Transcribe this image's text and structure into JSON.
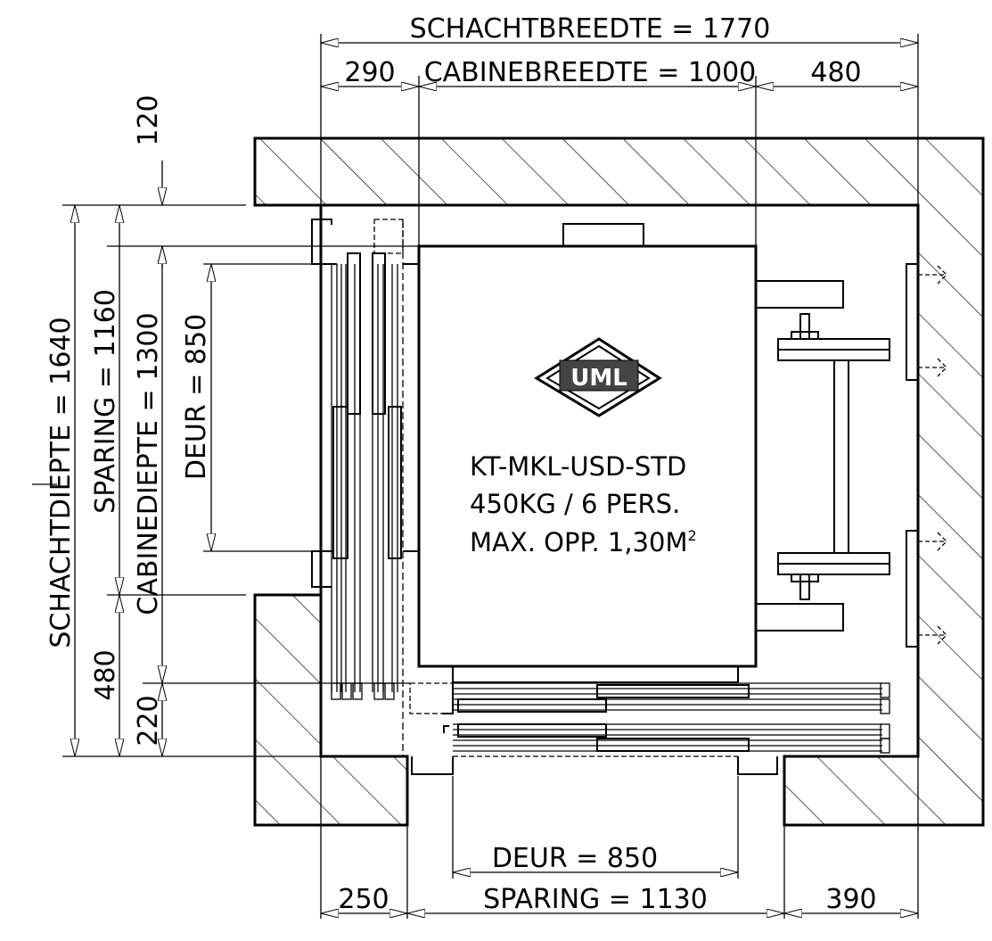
{
  "dimensions": {
    "shaft_width": "SCHACHTBREEDTE = 1770",
    "left_offset": "290",
    "cabin_width": "CABINEBREEDTE = 1000",
    "right_offset": "480",
    "top_gap": "120",
    "shaft_depth": "SCHACHTDIEPTE = 1640",
    "opening_side": "SPARING = 1160",
    "cabin_depth": "CABINEDIEPTE = 1300",
    "door_side": "DEUR = 850",
    "lower_left": "480",
    "bottom_gap": "220",
    "door_front": "DEUR = 850",
    "wall_left": "250",
    "opening_front": "SPARING = 1130",
    "wall_right": "390"
  },
  "cabin": {
    "logo": "UML",
    "model": "KT-MKL-USD-STD",
    "capacity": "450KG / 6 PERS.",
    "area": "MAX. OPP. 1,30M",
    "area_sup": "2"
  }
}
